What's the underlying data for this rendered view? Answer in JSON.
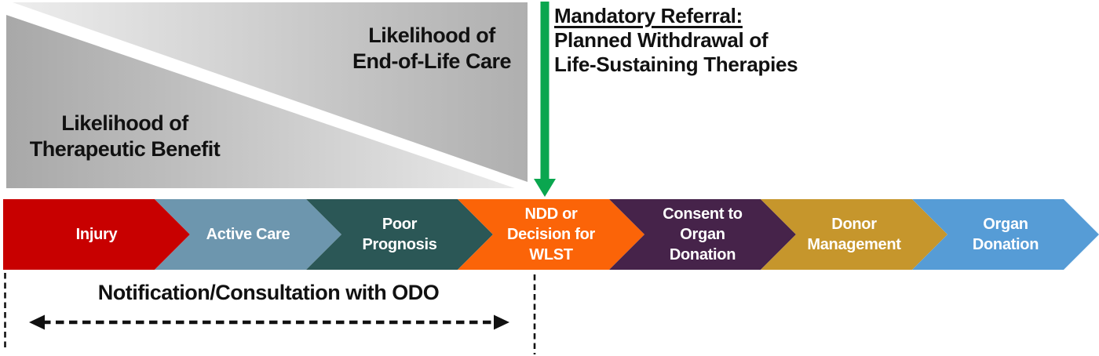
{
  "likelihood_block": {
    "end_of_life_label": "Likelihood of\nEnd-of-Life Care",
    "therapeutic_label": "Likelihood of\nTherapeutic Benefit",
    "end_of_life_gradient": {
      "from": "#EDEDED",
      "to": "#AFAFAF"
    },
    "therapeutic_gradient": {
      "from": "#A8A8A8",
      "to": "#EAEAEA"
    },
    "text_color": "#111111"
  },
  "mandatory_referral": {
    "heading": "Mandatory Referral:",
    "line2": "Planned Withdrawal of",
    "line3": "Life-Sustaining Therapies",
    "arrow_color": "#0AA64F",
    "text_color": "#111111"
  },
  "process_timeline": {
    "label_color": "#FFFFFF",
    "stages": [
      {
        "id": "injury",
        "label": "Injury",
        "color": "#C80000"
      },
      {
        "id": "active-care",
        "label": "Active Care",
        "color": "#6D96AE"
      },
      {
        "id": "poor-prognosis",
        "label": "Poor\nPrognosis",
        "color": "#2B5756"
      },
      {
        "id": "ndd-or-decision-for-wlst",
        "label": "NDD or\nDecision for\nWLST",
        "color": "#FB6408"
      },
      {
        "id": "consent-to-organ-donation",
        "label": "Consent to\nOrgan\nDonation",
        "color": "#46234A"
      },
      {
        "id": "donor-management",
        "label": "Donor\nManagement",
        "color": "#C6962C"
      },
      {
        "id": "organ-donation",
        "label": "Organ\nDonation",
        "color": "#569CD6"
      }
    ]
  },
  "odo_annotation": {
    "label": "Notification/Consultation with ODO",
    "line_color": "#111111"
  }
}
